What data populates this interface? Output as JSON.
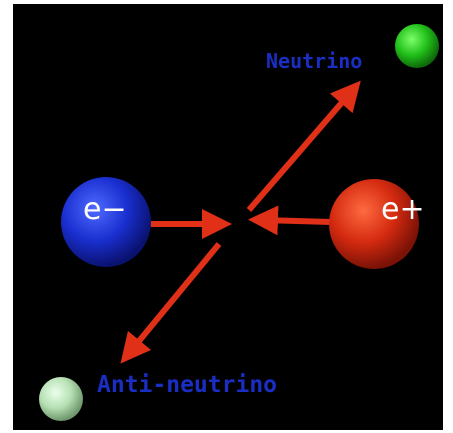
{
  "diagram": {
    "electron": {
      "symbol": "e−",
      "color": "#1a2fd0"
    },
    "positron": {
      "symbol": "e+",
      "color": "#d42a10"
    },
    "neutrino": {
      "label": "Neutrino",
      "color": "#22c01a"
    },
    "antineutrino": {
      "label": "Anti-neutrino",
      "color": "#b6e0b4"
    },
    "label_color": "#1a2ec4",
    "arrow_color": "#e03018",
    "background_color": "#000000"
  }
}
